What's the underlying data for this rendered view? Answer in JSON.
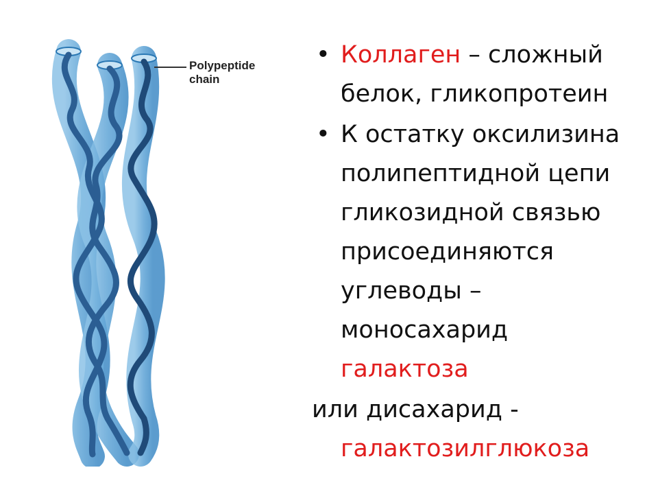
{
  "figure": {
    "callout_line1": "Polypeptide",
    "callout_line2": "chain",
    "colors": {
      "tube_fill": "#6fb0dc",
      "tube_edge": "#2a78b4",
      "ribbon": "#2b5e93",
      "ribbon_dark": "#1f4a78"
    }
  },
  "content": {
    "bullet_char": "•",
    "bullet1": {
      "term": "Коллаген",
      "line1_rest": " – сложный",
      "line2": "белок, гликопротеин"
    },
    "bullet2": {
      "line1": "К остатку оксилизина",
      "line2": "полипептидной цепи",
      "line3": "гликозидной связью",
      "line4": "присоединяются",
      "line5": "углеводы –",
      "line6": "моносахарид",
      "line7": "галактоза"
    },
    "tail": {
      "line1": "или дисахарид -",
      "line2": "галактозилглюкоза"
    },
    "highlight_color": "#e11d1d"
  }
}
